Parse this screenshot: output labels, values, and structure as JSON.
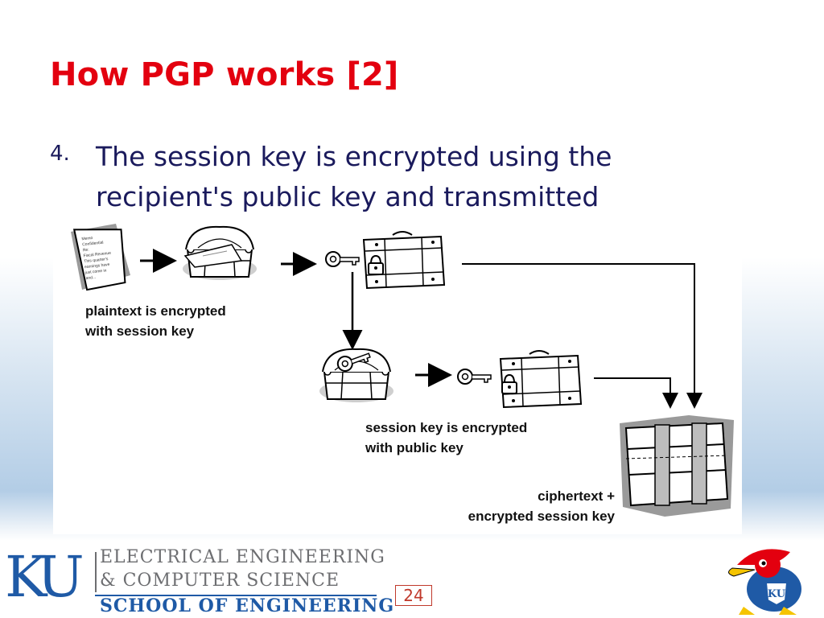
{
  "slide": {
    "title": "How PGP works [2]",
    "bullet_number": "4.",
    "bullet_text": "The session key is encrypted using the recipient's public key and transmitted"
  },
  "diagram": {
    "captions": {
      "plaintext": "plaintext is encrypted\nwith session key",
      "session_key": "session key is encrypted\nwith public key",
      "ciphertext": "ciphertext +\nencrypted session key"
    },
    "memo_text": "Memo\nConfidential\nRe:\nFiscal Revenue\nThis quarter's\nearnings have\njust come in\nand..."
  },
  "footer": {
    "logo": "KU",
    "dept_line1": "ELECTRICAL ENGINEERING",
    "dept_line2": "& COMPUTER SCIENCE",
    "school": "SCHOOL OF ENGINEERING",
    "page_number": "24",
    "mascot_badge": "KU"
  },
  "colors": {
    "title": "#e3000f",
    "body_text": "#1a1a5c",
    "ku_blue": "#1f5aa6",
    "ku_gray": "#6d6e71",
    "page_number": "#c0392b"
  }
}
